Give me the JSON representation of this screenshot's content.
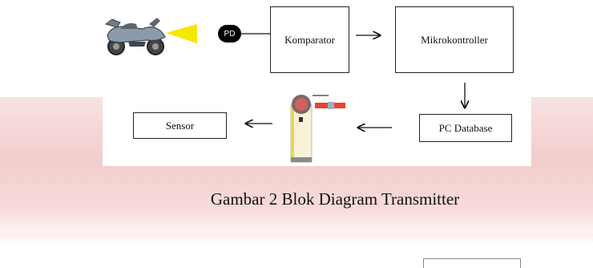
{
  "diagram": {
    "pd_label": "PD",
    "blocks": {
      "komparator": "Komparator",
      "mikrokontroller": "Mikrokontroller",
      "pc_database": "PC Database",
      "sensor": "Sensor"
    },
    "icons": {
      "motorcycle": "motorcycle-icon",
      "light_beam": "light-beam-icon",
      "barrier_gate": "barrier-gate-icon"
    },
    "colors": {
      "beam": "#f5e800",
      "barrier_arm": "#e8442e",
      "band": "#f4cccc"
    }
  },
  "caption": "Gambar 2 Blok Diagram Transmitter"
}
